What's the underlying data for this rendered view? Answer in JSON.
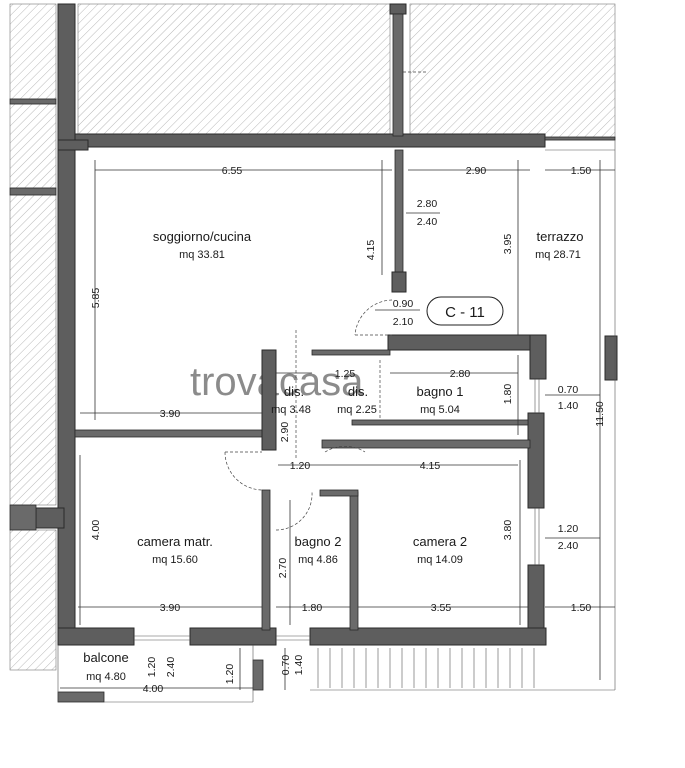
{
  "unit_label": "C - 11",
  "watermark": "trovacasa",
  "rooms": {
    "soggiorno": {
      "name": "soggiorno/cucina",
      "area": "mq 33.81"
    },
    "terrazzo": {
      "name": "terrazzo",
      "area": "mq 28.71"
    },
    "dis1": {
      "name": "dis.",
      "area": "mq 3.48"
    },
    "dis2": {
      "name": "dis.",
      "area": "mq 2.25"
    },
    "bagno1": {
      "name": "bagno 1",
      "area": "mq 5.04"
    },
    "camera_matr": {
      "name": "camera matr.",
      "area": "mq 15.60"
    },
    "bagno2": {
      "name": "bagno 2",
      "area": "mq 4.86"
    },
    "camera2": {
      "name": "camera 2",
      "area": "mq 14.09"
    },
    "balcone": {
      "name": "balcone",
      "area": "mq 4.80"
    }
  },
  "dims": {
    "d655": "6.55",
    "d290": "2.90",
    "d150_top": "1.50",
    "d280": "2.80",
    "d240": "2.40",
    "d415_v": "4.15",
    "d395": "3.95",
    "d585": "5.85",
    "d090": "0.90",
    "d210": "2.10",
    "d125": "1.25",
    "d280b": "2.80",
    "d180": "1.80",
    "d070": "0.70",
    "d140": "1.40",
    "d390": "3.90",
    "d290v": "2.90",
    "d120": "1.20",
    "d415": "4.15",
    "d1150": "11.50",
    "d400": "4.00",
    "d270": "2.70",
    "d380": "3.80",
    "d120b": "1.20",
    "d240b": "2.40",
    "d390b": "3.90",
    "d180b": "1.80",
    "d355": "3.55",
    "d150b": "1.50",
    "d120c": "1.20",
    "d240c": "2.40",
    "d120d": "1.20",
    "d400b": "4.00",
    "d070b": "0.70",
    "d140b": "1.40"
  }
}
